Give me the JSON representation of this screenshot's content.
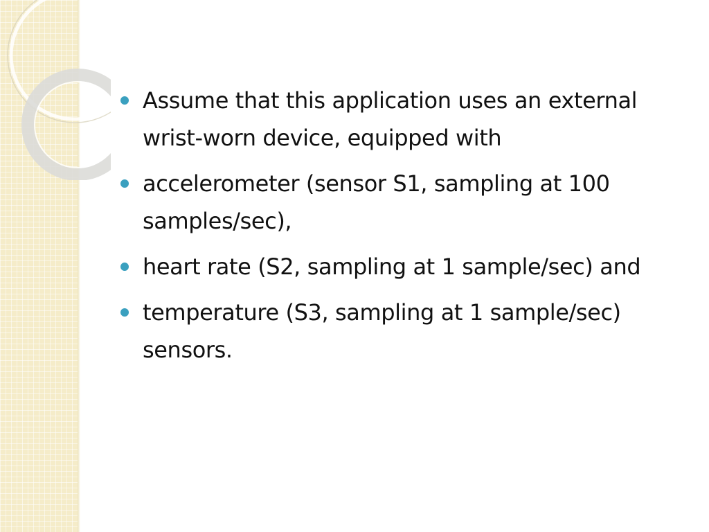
{
  "slide": {
    "bullets": [
      {
        "text": "Assume that this application uses an external wrist-worn device, equipped with"
      },
      {
        "text": "accelerometer (sensor S1, sampling at 100 samples/sec),"
      },
      {
        "text": "heart rate (S2, sampling at 1 sample/sec) and"
      },
      {
        "text": "temperature (S3, sampling at 1 sample/sec) sensors."
      }
    ]
  },
  "theme": {
    "bullet_color": "#3aa0bf",
    "panel_color": "#f5ecc9",
    "text_color": "#111111"
  }
}
